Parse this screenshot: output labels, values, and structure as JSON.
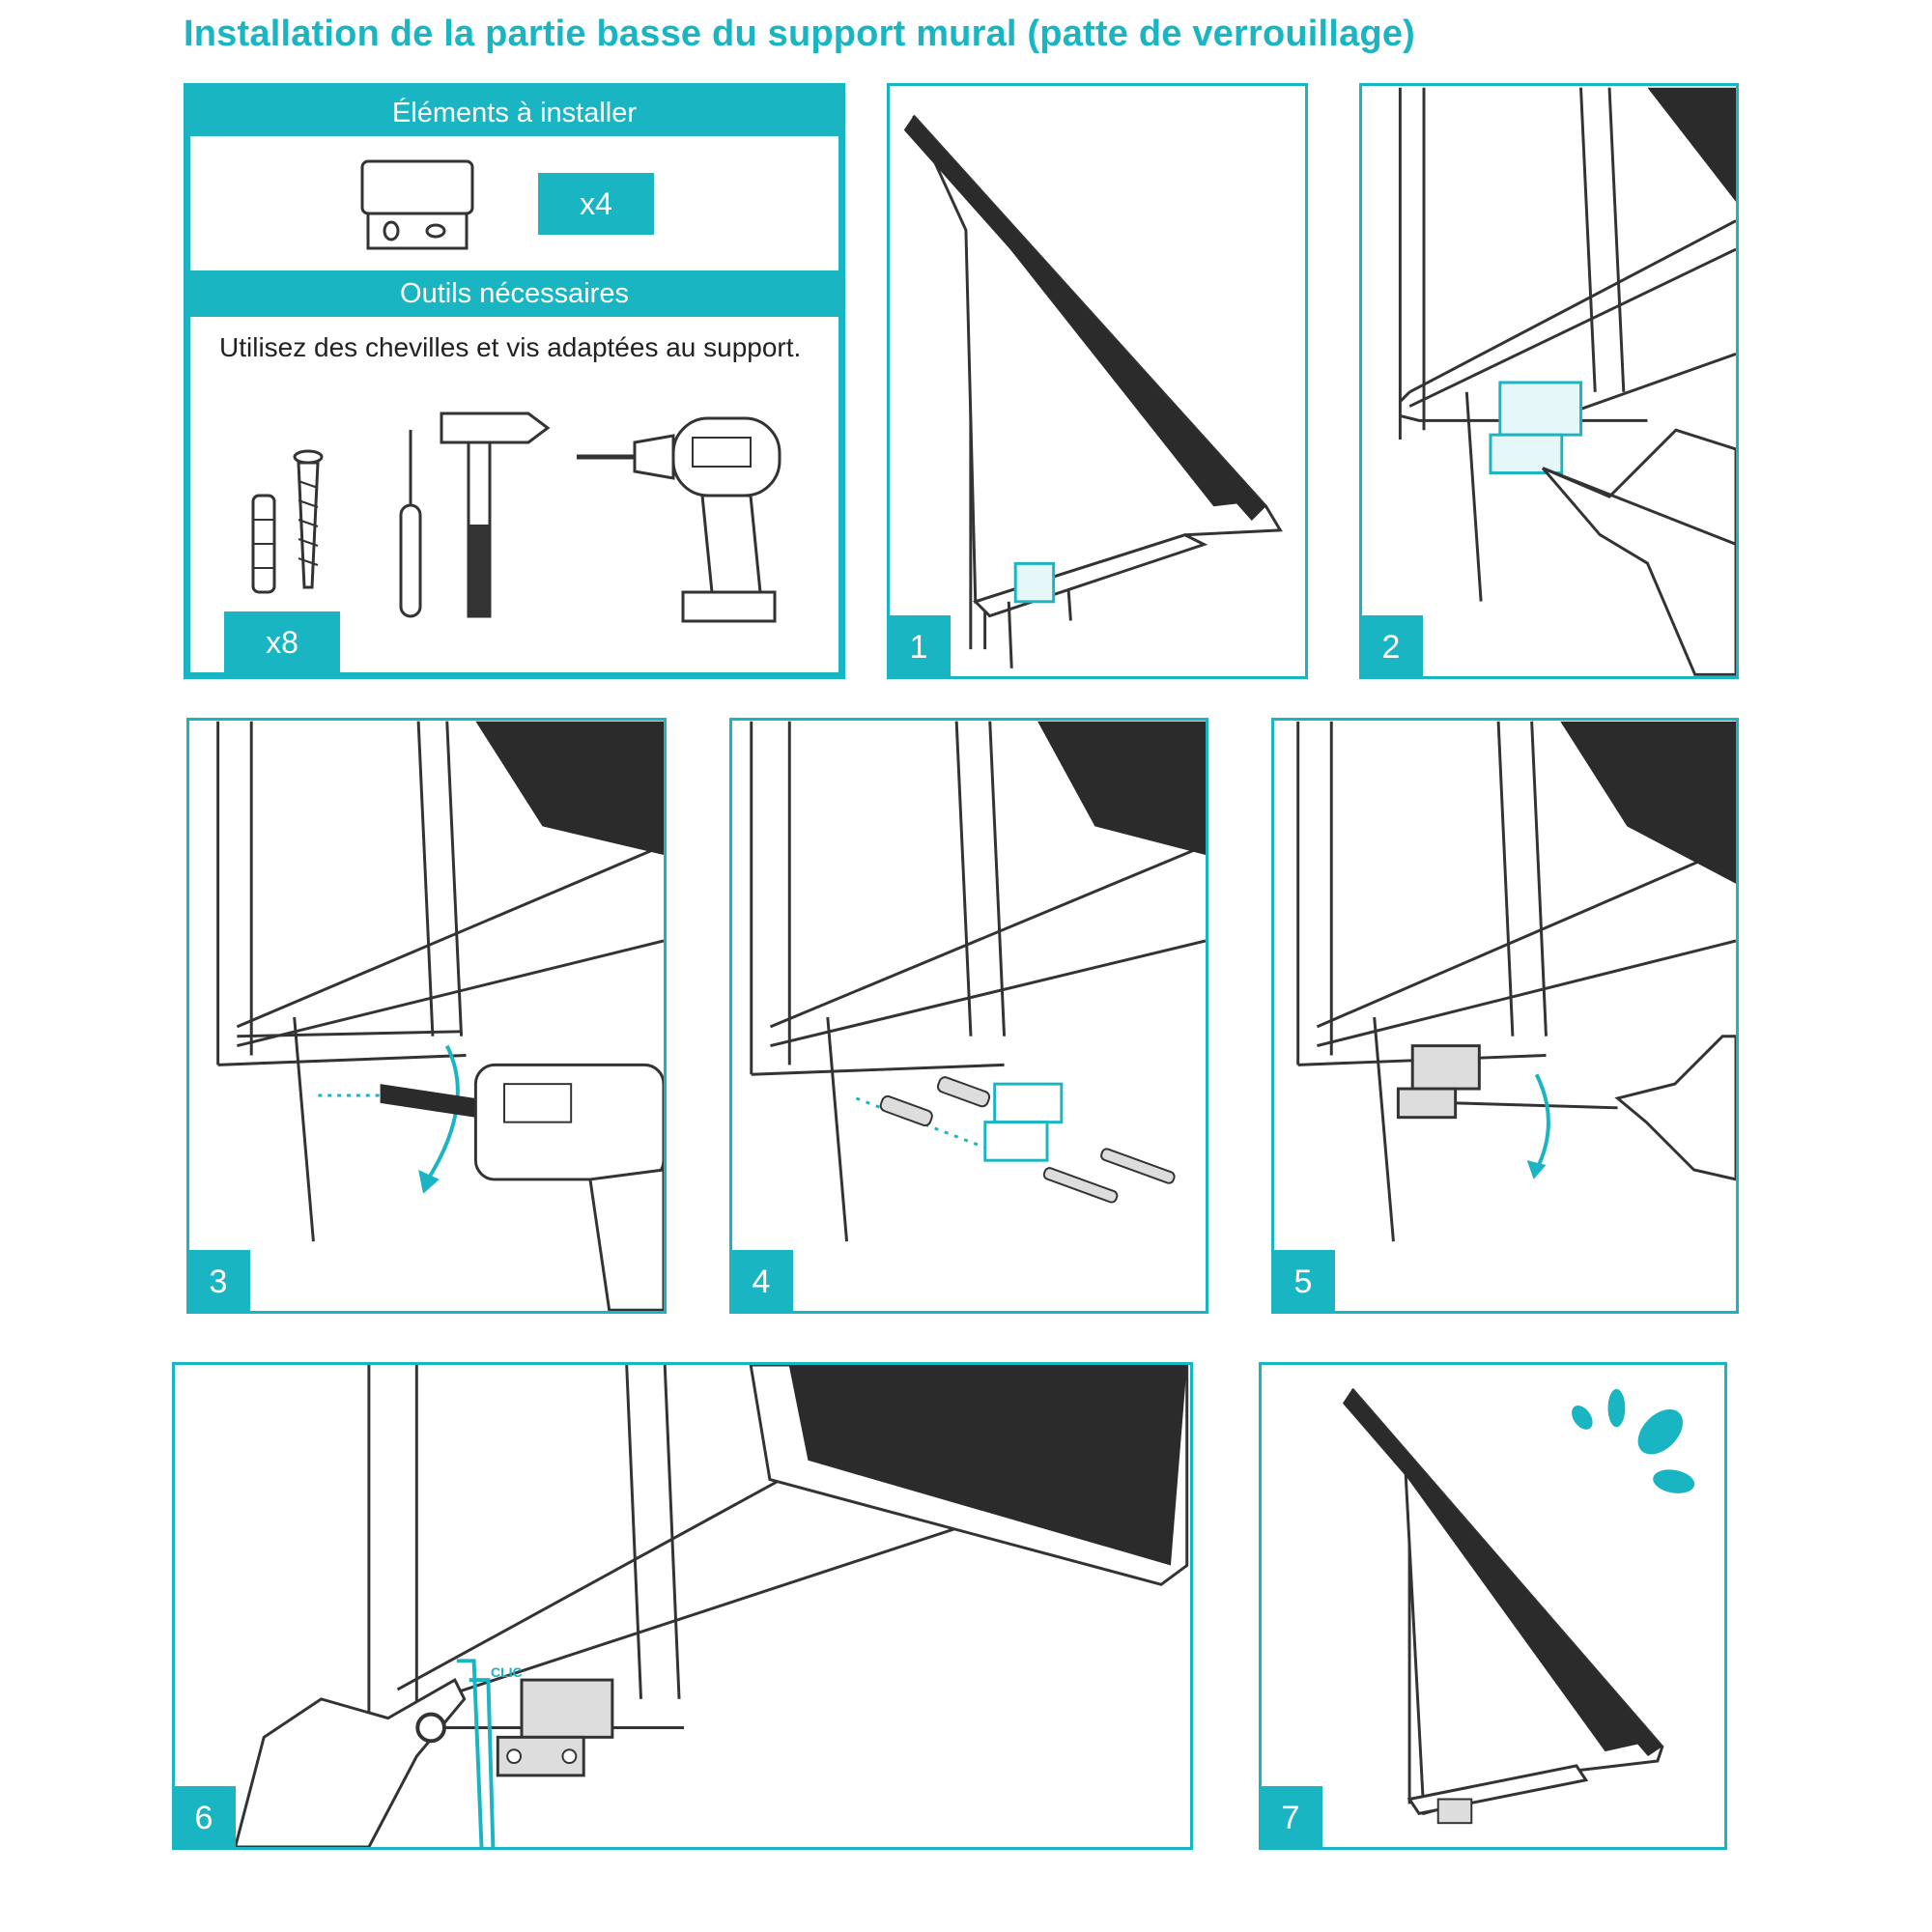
{
  "title": "Installation de la partie basse du support mural (patte de verrouillage)",
  "info_box": {
    "items_header": "Éléments à installer",
    "items_quantity": "x4",
    "tools_header": "Outils nécessaires",
    "tools_note": "Utilisez des chevilles et vis adaptées au support.",
    "screws_quantity": "x8"
  },
  "steps": [
    {
      "number": "1"
    },
    {
      "number": "2"
    },
    {
      "number": "3"
    },
    {
      "number": "4"
    },
    {
      "number": "5"
    },
    {
      "number": "6",
      "click_label": "CLIC"
    },
    {
      "number": "7"
    }
  ],
  "colors": {
    "accent": "#1ab5c3",
    "line": "#333333",
    "panel_fill": "#2b2b2b"
  }
}
